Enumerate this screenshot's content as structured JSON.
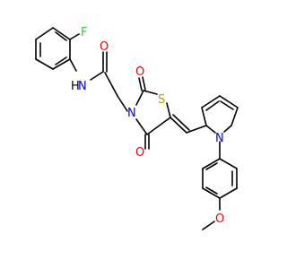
{
  "molecule": {
    "atoms": {
      "fluorine": "F",
      "amide_nh": "N",
      "amide_h": "H",
      "amide_o": "O",
      "ring_n": "N",
      "ring_s": "S",
      "carbonyl_o_top": "O",
      "carbonyl_o_bottom": "O",
      "pyrrole_n": "N",
      "ether_o": "O"
    },
    "colors": {
      "bond": "#000000",
      "oxygen": "#ff0000",
      "nitrogen": "#0000ff",
      "sulfur": "#b8a000",
      "fluorine": "#33cc33",
      "hydrogen": "#000000"
    }
  }
}
